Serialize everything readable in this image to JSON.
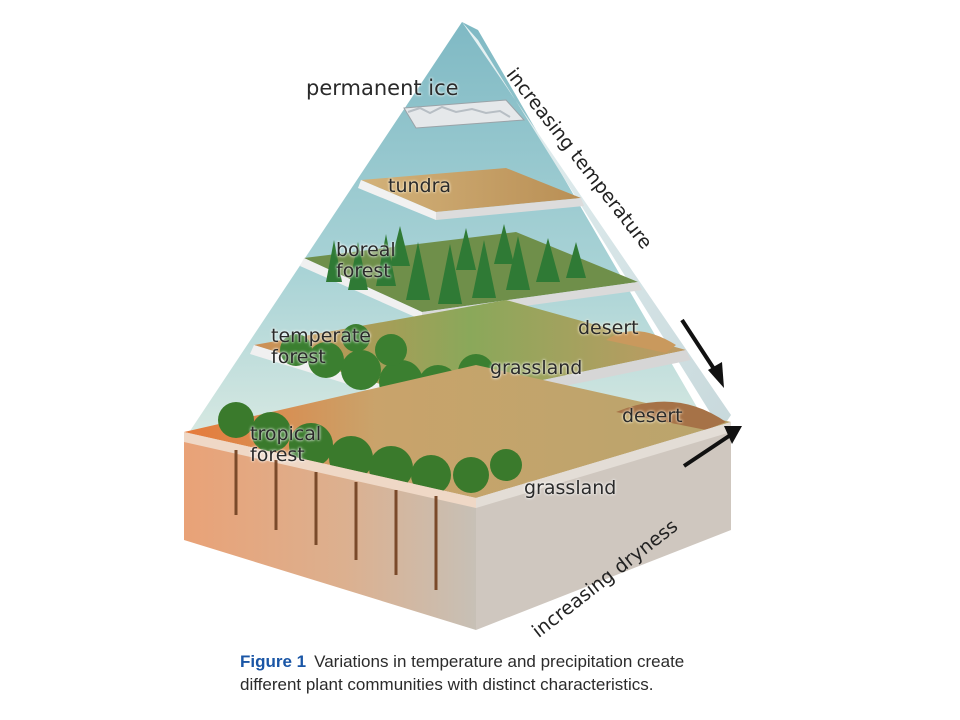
{
  "labels": {
    "permanent_ice": "permanent ice",
    "tundra": "tundra",
    "boreal_forest": [
      "boreal",
      "forest"
    ],
    "temperate_forest": [
      "temperate",
      "forest"
    ],
    "tropical_forest": [
      "tropical",
      "forest"
    ],
    "desert_upper": "desert",
    "grassland_upper": "grassland",
    "desert_lower": "desert",
    "grassland_lower": "grassland"
  },
  "axes": {
    "temperature": "increasing temperature",
    "dryness": "increasing dryness"
  },
  "caption": {
    "figure_number": "Figure 1",
    "line1": "Variations in temperature and precipitation create",
    "line2": "different plant communities with distinct characteristics."
  },
  "colors": {
    "sky": "#8fc6cf",
    "tundra": "#c9a76a",
    "forest": "#3f8a3a",
    "desert": "#d9a65e",
    "slab_edge": "#e6e6e6"
  }
}
